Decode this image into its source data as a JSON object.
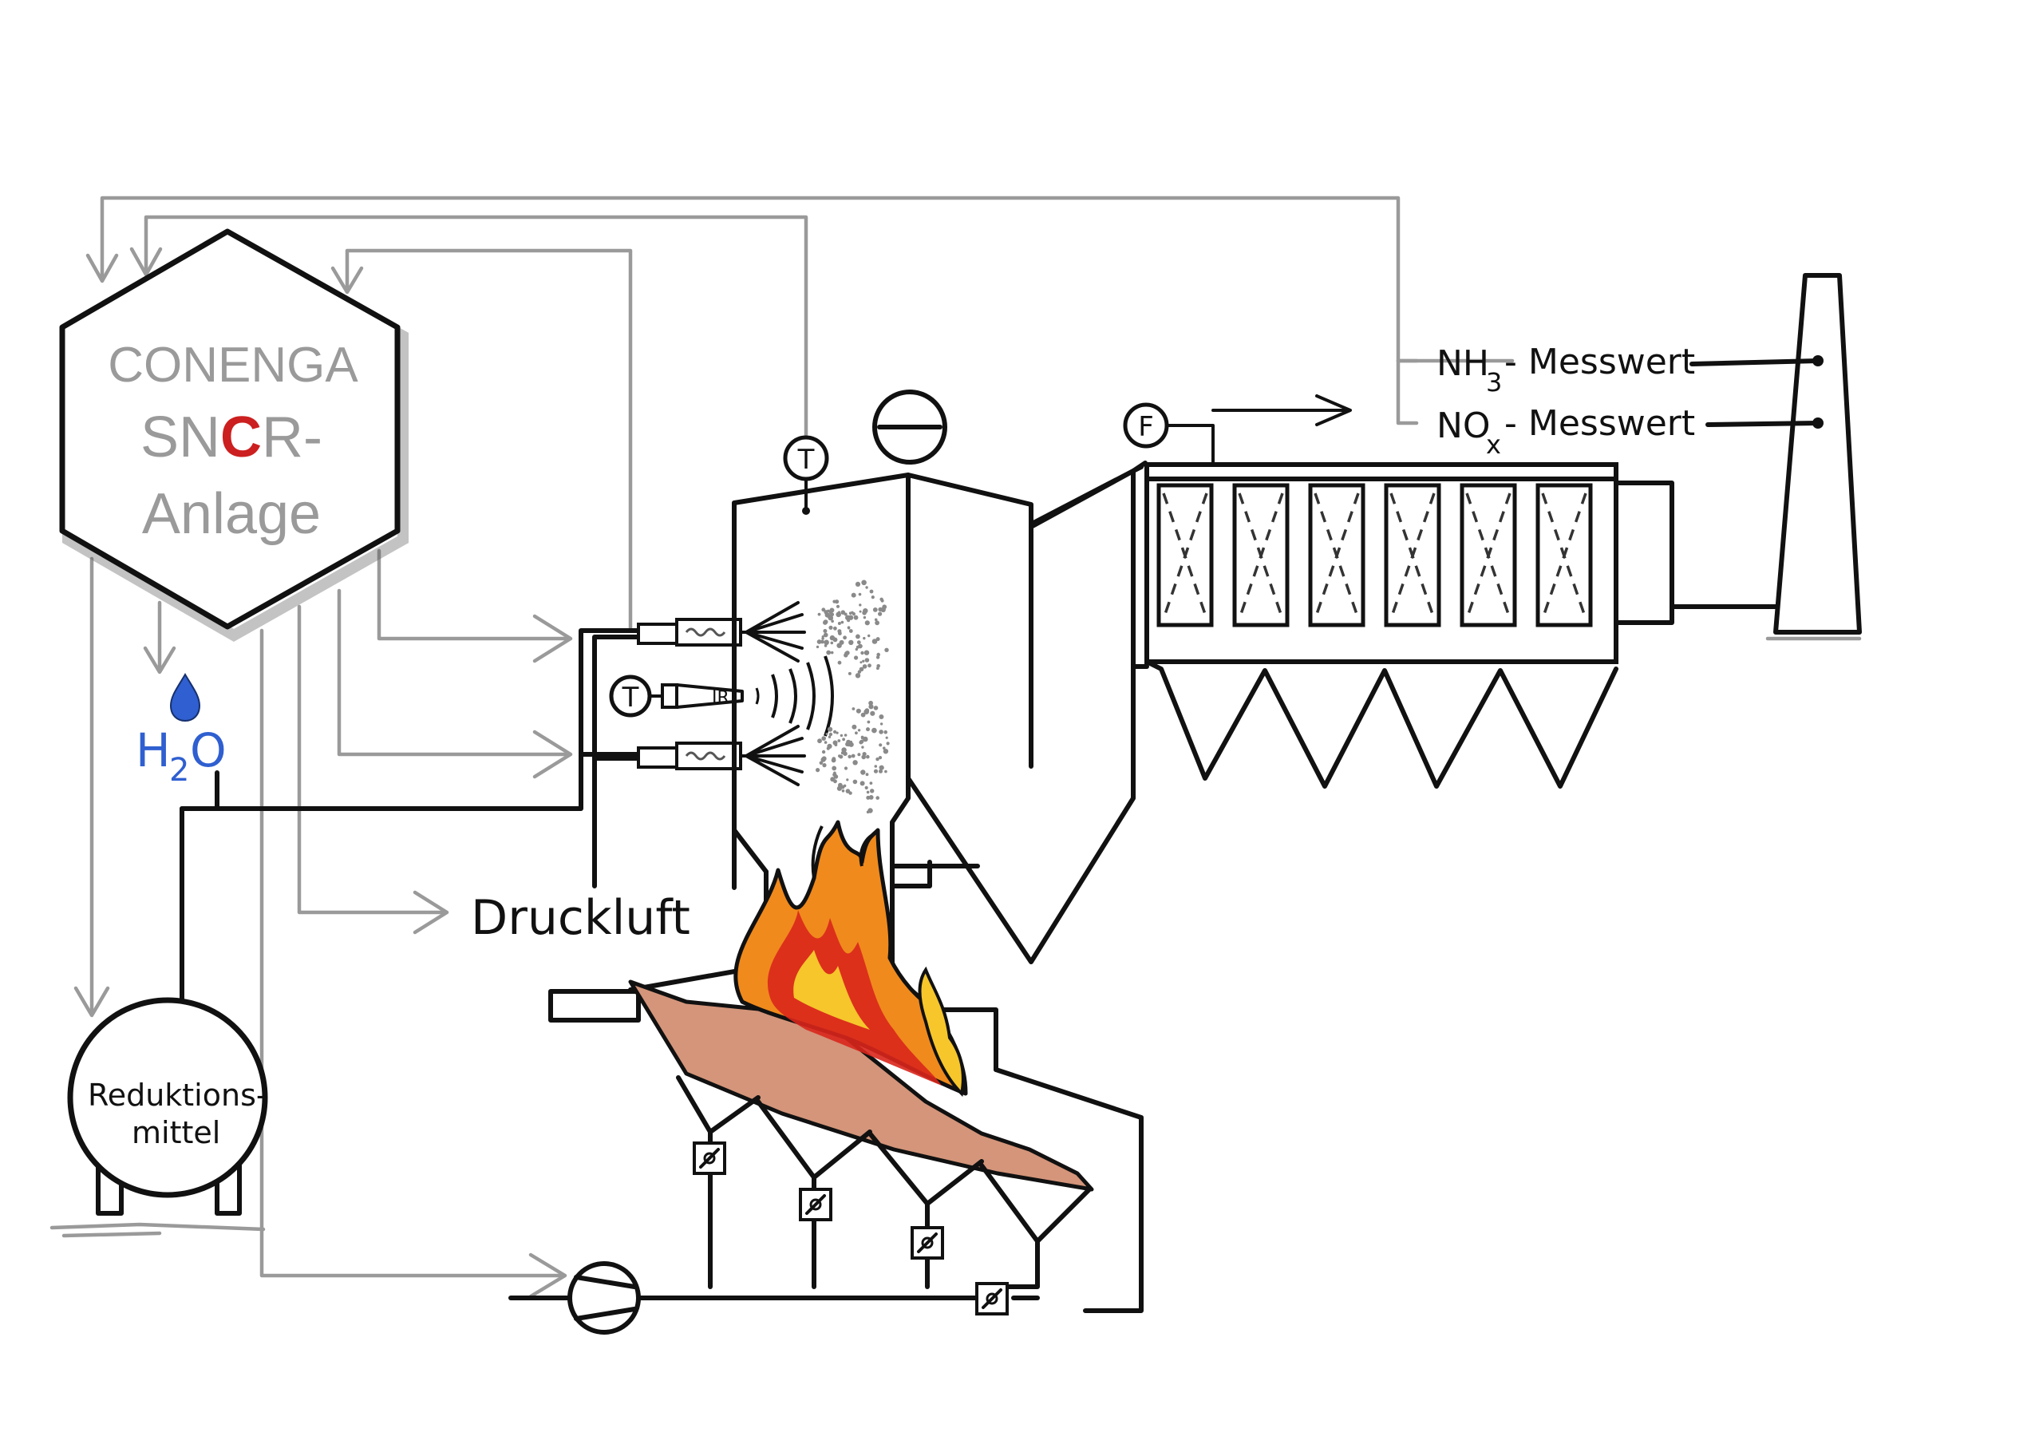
{
  "plant": {
    "brand_line1": "CONENGA",
    "brand_sn": "SN",
    "brand_c": "C",
    "brand_r": "R-",
    "brand_line3": "Anlage",
    "accent_color": "#cc1f1f"
  },
  "labels": {
    "druckluft": "Druckluft",
    "reduktionsmittel_1": "Reduktions-",
    "reduktionsmittel_2": "mittel",
    "water_h": "H",
    "water_sub": "2",
    "water_o": "O",
    "nh3_main": "NH",
    "nh3_sub": "3",
    "nh3_suffix": "- Messwert",
    "nox_main": "NO",
    "nox_sub": "x",
    "nox_suffix": "- Messwert",
    "sensor_t_top": "T",
    "sensor_t_ir": "T",
    "ir_label": "IR",
    "flow_sensor": "F"
  },
  "colors": {
    "water_blue": "#2f5fd0",
    "grate_fill": "#d4957a",
    "flame_red": "#d9261c",
    "flame_orange": "#f08a1c",
    "flame_yellow": "#f6c62b"
  }
}
